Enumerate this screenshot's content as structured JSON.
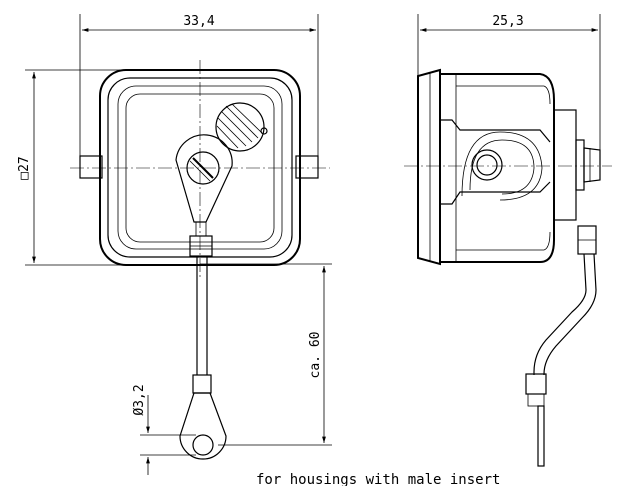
{
  "dimensions": {
    "width_front": "33,4",
    "width_side": "25,3",
    "square": "□27",
    "length": "ca. 60",
    "hole_diameter": "Ø3,2"
  },
  "caption": "for housings with male insert"
}
